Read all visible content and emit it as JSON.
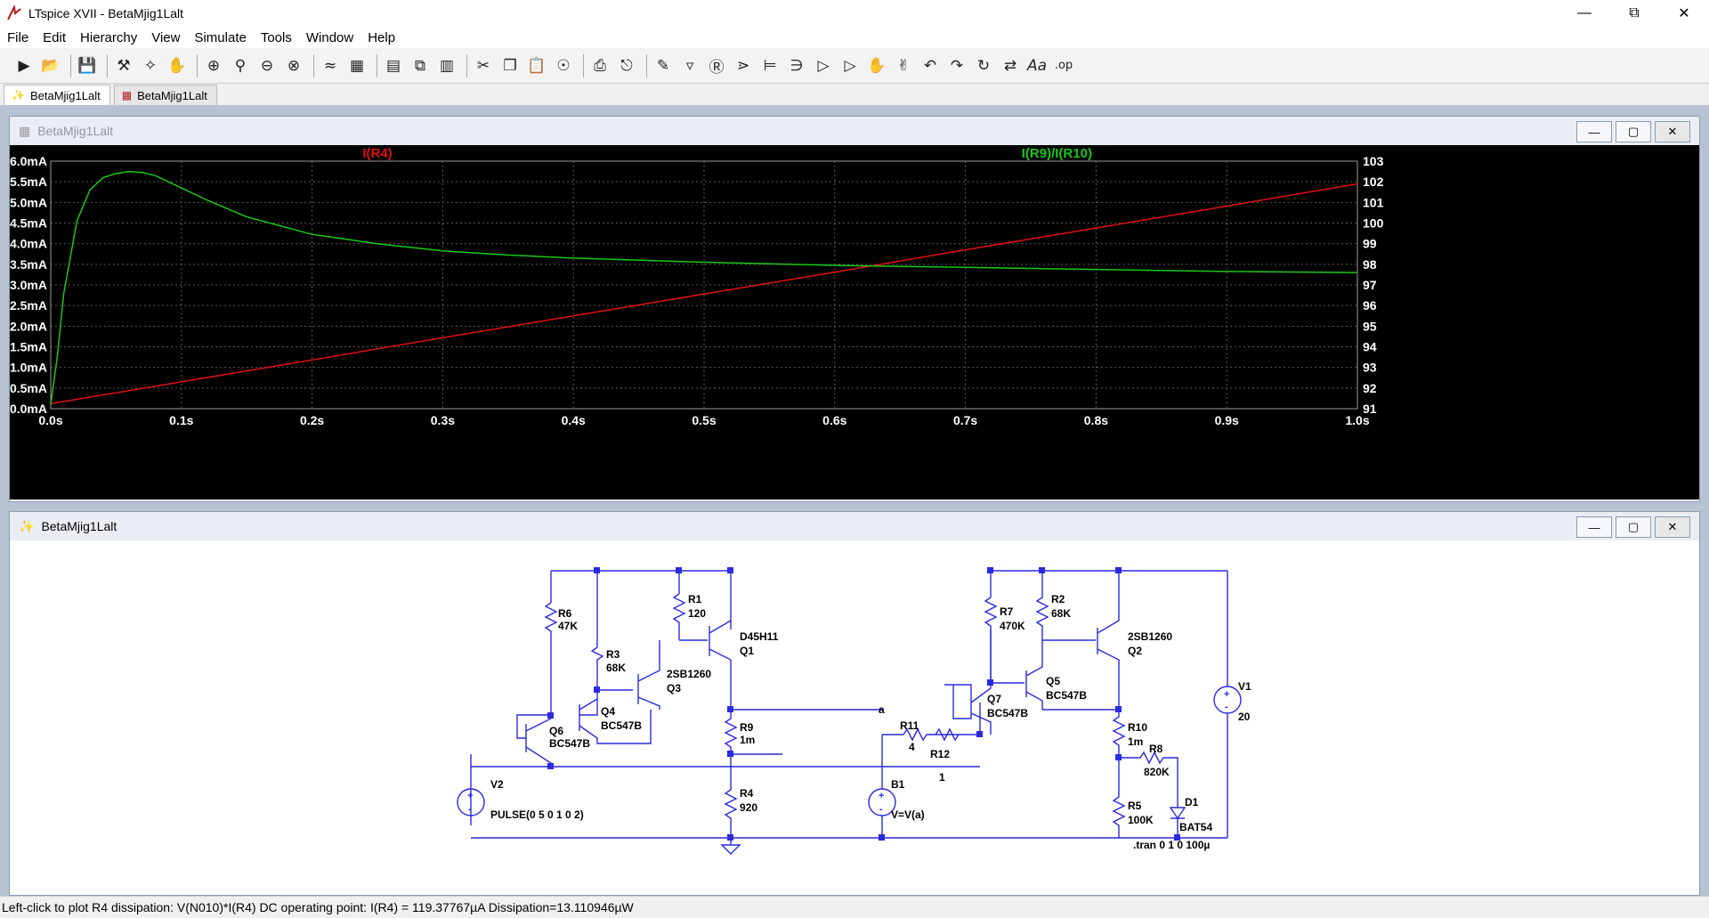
{
  "app": {
    "title": "LTspice XVII - BetaMjig1Lalt"
  },
  "menu": [
    "File",
    "Edit",
    "Hierarchy",
    "View",
    "Simulate",
    "Tools",
    "Window",
    "Help"
  ],
  "toolbar_icons": [
    "run-icon",
    "open-icon",
    "save-icon",
    "control-panel-icon",
    "run-man-icon",
    "pan-hand-icon",
    "zoom-in-icon",
    "zoom-area-icon",
    "zoom-out-icon",
    "zoom-fit-icon",
    "autorange-icon",
    "chart-icon",
    "tile-horizontal-icon",
    "cascade-icon",
    "tile-vertical-icon",
    "cut-icon",
    "copy-icon",
    "paste-icon",
    "find-icon",
    "print-icon",
    "print-preview-icon",
    "draw-wire-icon",
    "ground-icon",
    "label-icon",
    "resistor-icon",
    "capacitor-icon",
    "inductor-icon",
    "diode-icon",
    "component-icon",
    "move-hand-icon",
    "drag-hand-icon",
    "undo-icon",
    "redo-icon",
    "rotate-icon",
    "mirror-icon",
    "text-icon",
    "spice-directive-icon"
  ],
  "tabs": [
    {
      "label": "BetaMjig1Lalt",
      "icon": "schematic-icon"
    },
    {
      "label": "BetaMjig1Lalt",
      "icon": "waveform-icon"
    }
  ],
  "plot_window": {
    "title": "BetaMjig1Lalt"
  },
  "schematic_window": {
    "title": "BetaMjig1Lalt"
  },
  "chart_data": {
    "type": "line",
    "xlabel": "",
    "ylabel": "",
    "x_ticks": [
      "0.0s",
      "0.1s",
      "0.2s",
      "0.3s",
      "0.4s",
      "0.5s",
      "0.6s",
      "0.7s",
      "0.8s",
      "0.9s",
      "1.0s"
    ],
    "xlim": [
      0,
      1.0
    ],
    "y_left_ticks": [
      "0.0mA",
      "0.5mA",
      "1.0mA",
      "1.5mA",
      "2.0mA",
      "2.5mA",
      "3.0mA",
      "3.5mA",
      "4.0mA",
      "4.5mA",
      "5.0mA",
      "5.5mA",
      "6.0mA"
    ],
    "y_left_lim": [
      0,
      6.0
    ],
    "y_right_ticks": [
      "91",
      "92",
      "93",
      "94",
      "95",
      "96",
      "97",
      "98",
      "99",
      "100",
      "101",
      "102",
      "103"
    ],
    "y_right_lim": [
      91,
      103
    ],
    "grid": true,
    "colors": {
      "background": "#000000",
      "grid": "#5a5a5a",
      "axis_text": "#ffffff"
    },
    "series": [
      {
        "name": "I(R4)",
        "color": "#e01010",
        "axis": "left",
        "x": [
          0,
          0.1,
          0.2,
          0.3,
          0.4,
          0.5,
          0.6,
          0.7,
          0.8,
          0.9,
          1.0
        ],
        "y": [
          0.12,
          0.65,
          1.18,
          1.72,
          2.25,
          2.78,
          3.31,
          3.85,
          4.38,
          4.91,
          5.45
        ]
      },
      {
        "name": "I(R9)/I(R10)",
        "color": "#18c818",
        "axis": "right",
        "x": [
          0,
          0.005,
          0.01,
          0.02,
          0.03,
          0.04,
          0.05,
          0.06,
          0.07,
          0.08,
          0.1,
          0.12,
          0.15,
          0.2,
          0.25,
          0.3,
          0.35,
          0.4,
          0.5,
          0.6,
          0.7,
          0.8,
          0.9,
          1.0
        ],
        "y": [
          91.2,
          93.5,
          96.6,
          100.1,
          101.6,
          102.2,
          102.4,
          102.5,
          102.45,
          102.3,
          101.7,
          101.1,
          100.3,
          99.45,
          99.0,
          98.65,
          98.45,
          98.3,
          98.1,
          97.95,
          97.85,
          97.75,
          97.65,
          97.6
        ]
      }
    ]
  },
  "schematic": {
    "labels": {
      "R6": [
        "R6",
        "47K"
      ],
      "R3": [
        "R3",
        "68K"
      ],
      "R1": [
        "R1",
        "120"
      ],
      "Q1": [
        "D45H11",
        "Q1"
      ],
      "Q3": [
        "2SB1260",
        "Q3"
      ],
      "Q4": [
        "Q4",
        "BC547B"
      ],
      "Q6": [
        "Q6",
        "BC547B"
      ],
      "R9": [
        "R9",
        "1m"
      ],
      "R4": [
        "R4",
        "920"
      ],
      "V2": [
        "V2",
        "PULSE(0 5 0 1 0 2)"
      ],
      "R11": [
        "R11",
        "4"
      ],
      "R12": [
        "R12",
        "1"
      ],
      "B1": [
        "B1",
        "V=V(a)"
      ],
      "R7": [
        "R7",
        "470K"
      ],
      "R2": [
        "R2",
        "68K"
      ],
      "Q2": [
        "2SB1260",
        "Q2"
      ],
      "Q5": [
        "Q5",
        "BC547B"
      ],
      "Q7": [
        "Q7",
        "BC547B"
      ],
      "R10": [
        "R10",
        "1m"
      ],
      "R8": [
        "R8",
        "820K"
      ],
      "R5": [
        "R5",
        "100K"
      ],
      "D1": [
        "D1",
        "BAT54"
      ],
      "V1": [
        "V1",
        "20"
      ],
      "net_a": "a",
      "directive": ".tran 0 1 0 100µ"
    },
    "colors": {
      "wire": "#2a2ae0",
      "text": "#000000"
    }
  },
  "status": {
    "text": "Left-click to plot R4 dissipation: V(N010)*I(R4)  DC operating point: I(R4) = 119.37767µA  Dissipation=13.110946µW"
  }
}
